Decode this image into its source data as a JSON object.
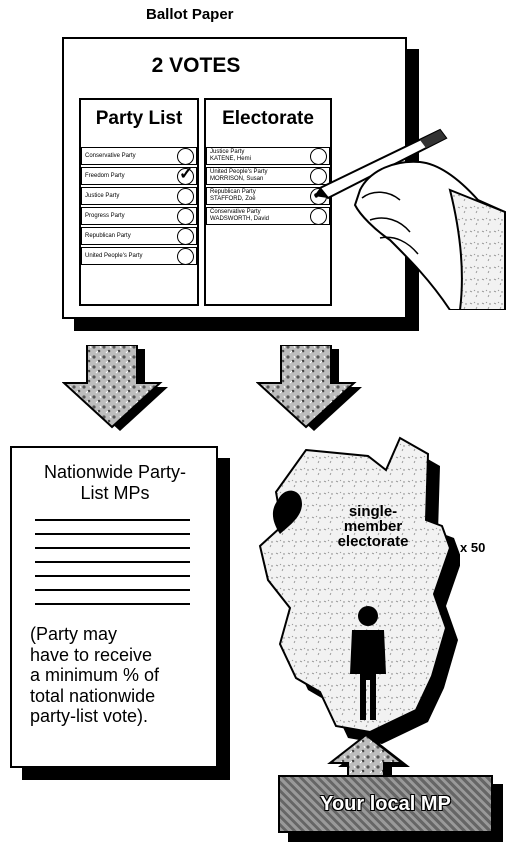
{
  "ballot": {
    "title": "Ballot Paper",
    "votes": "2 VOTES",
    "party_list": {
      "title": "Party List",
      "rows": [
        {
          "label": "Conservative Party",
          "checked": false
        },
        {
          "label": "Freedom Party",
          "checked": true
        },
        {
          "label": "Justice Party",
          "checked": false
        },
        {
          "label": "Progress Party",
          "checked": false
        },
        {
          "label": "Republican Party",
          "checked": false
        },
        {
          "label": "United People's Party",
          "checked": false
        }
      ]
    },
    "electorate": {
      "title": "Electorate",
      "rows": [
        {
          "label": "Justice Party\nKATENE, Hemi",
          "checked": false
        },
        {
          "label": "United People's Party\nMORRISON, Susan",
          "checked": false
        },
        {
          "label": "Republican Party\nSTAFFORD, Zoë",
          "checked": true
        },
        {
          "label": "Conservative Party\nWADSWORTH, David",
          "checked": false
        }
      ]
    }
  },
  "party_list_mps": {
    "heading": "Nationwide Party-List MPs",
    "note": "(Party may\nhave to receive\na minimum % of\ntotal nationwide\nparty-list vote)."
  },
  "electorate_map": {
    "label_line1": "single-",
    "label_line2": "member",
    "label_line3": "electorate",
    "multiplier": "x 50"
  },
  "local_mp": {
    "label": "Your local MP"
  },
  "check_mark": "✓",
  "icons": [
    "down-arrow-icon",
    "up-arrow-icon",
    "hand-with-pen-icon",
    "person-icon"
  ]
}
